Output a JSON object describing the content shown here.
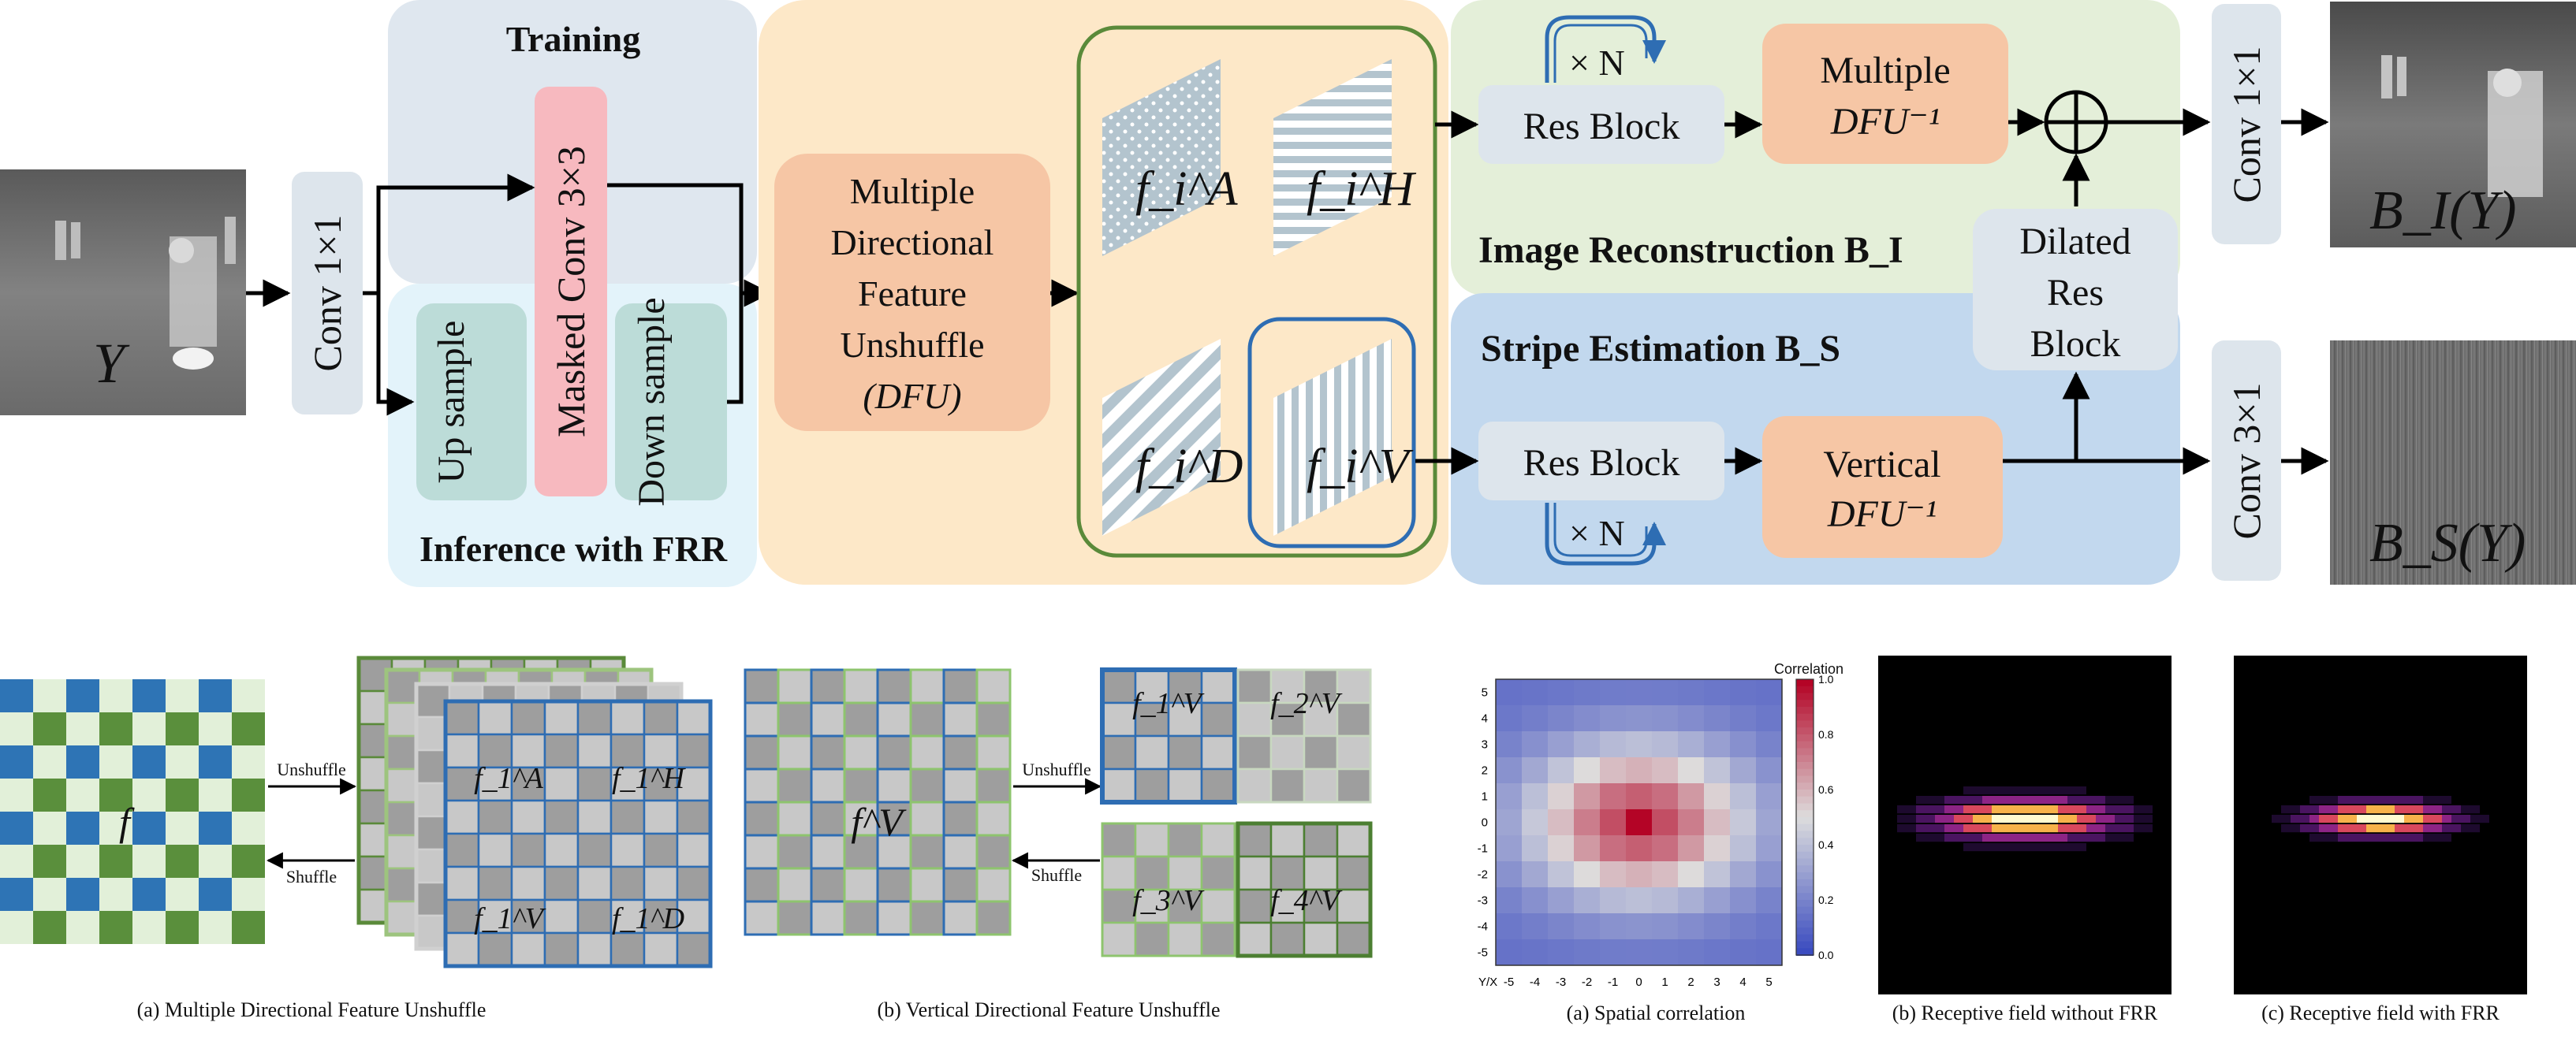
{
  "top": {
    "input_label": "Y",
    "conv_in": "Conv 1×1",
    "training_title": "Training",
    "masked_conv": "Masked Conv 3×3",
    "upsample": "Up sample",
    "downsample": "Down sample",
    "inference_title": "Inference with FRR",
    "dfu": {
      "line1": "Multiple",
      "line2": "Directional",
      "line3": "Feature",
      "line4": "Unshuffle",
      "line5": "(DFU)"
    },
    "features": {
      "A": "f_i^A",
      "H": "f_i^H",
      "D": "f_i^D",
      "V": "f_i^V"
    },
    "times_n": "× N",
    "res_block_top": "Res Block",
    "res_block_bottom": "Res Block",
    "multiple_dfu_inv": {
      "line1": "Multiple",
      "line2": "DFU⁻¹"
    },
    "vertical_dfu_inv": {
      "line1": "Vertical",
      "line2": "DFU⁻¹"
    },
    "image_recon_title": "Image Reconstruction B_I",
    "stripe_est_title": "Stripe Estimation B_S",
    "dilated": {
      "line1": "Dilated",
      "line2": "Res",
      "line3": "Block"
    },
    "conv_out_top": "Conv 1×1",
    "conv_out_bottom": "Conv 3×1",
    "out_top_label": "B_I(Y)",
    "out_bottom_label": "B_S(Y)"
  },
  "bottom": {
    "unshuffle": "Unshuffle",
    "shuffle": "Shuffle",
    "f_label": "f",
    "fv_label": "f^V",
    "grid_a_labels": [
      "f_1^A",
      "f_1^H",
      "f_1^V",
      "f_1^D"
    ],
    "grid_b_labels": [
      "f_1^V",
      "f_2^V",
      "f_3^V",
      "f_4^V"
    ],
    "caption_a": "(a) Multiple Directional Feature Unshuffle",
    "caption_b": "(b) Vertical Directional Feature Unshuffle",
    "caption_c": "(a) Spatial correlation",
    "caption_d": "(b) Receptive field without FRR",
    "caption_e": "(c) Receptive field with FRR",
    "corr_label": "Correlation",
    "corr_ticks": [
      "1.0",
      "0.8",
      "0.6",
      "0.4",
      "0.2",
      "0.0"
    ],
    "axis_ticks": [
      "-5",
      "-4",
      "-3",
      "-2",
      "-1",
      "0",
      "1",
      "2",
      "3",
      "4",
      "5"
    ],
    "axis_corner": "Y/X"
  },
  "colors": {
    "training_bg": "#dfe7ef",
    "inference_bg": "#e3f3fa",
    "dfu_region_bg": "#fde8c8",
    "recon_bg": "#e4efd9",
    "stripe_bg": "#c2d8ee",
    "salmon": "#f6c6a5",
    "masked": "#f7b9bf",
    "teal": "#bcdcd8",
    "grey_box": "#dde5ec",
    "dark_green": "#5a8a3a",
    "blue": "#2e6db3"
  }
}
